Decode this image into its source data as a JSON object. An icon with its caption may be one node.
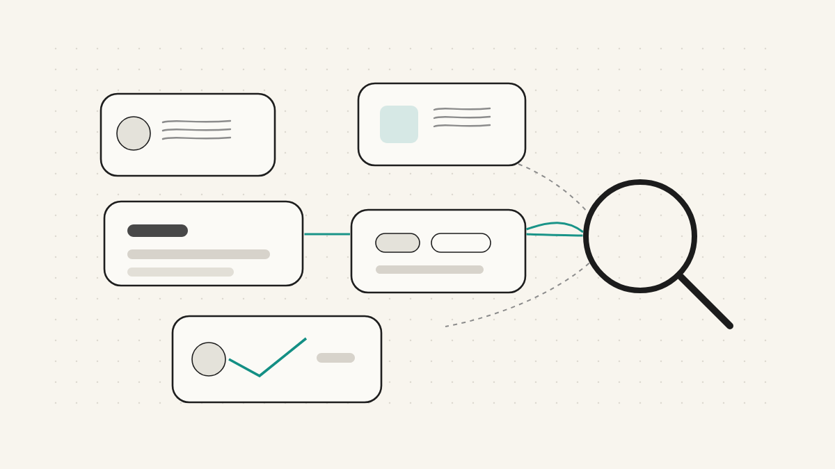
{
  "diagram": {
    "nodes": [
      {
        "text": [],
        "shape": "box"
      },
      {
        "text": [],
        "shape": "box"
      },
      {
        "text": [],
        "shape": "box"
      },
      {
        "text": [],
        "shape": "box"
      },
      {
        "text": [],
        "shape": "pill",
        "in": 3
      },
      {
        "text": [],
        "shape": "pill",
        "in": 3
      },
      {
        "text": [],
        "shape": "circle"
      },
      {
        "text": [],
        "shape": "box"
      }
    ],
    "edges": [
      {
        "from": 2,
        "to": 3,
        "arrow": "none"
      },
      {
        "from": 3,
        "to": 6,
        "arrow": "none"
      },
      {
        "from": 3,
        "to": 6,
        "arrow": "none"
      },
      {
        "from": 1,
        "to": 6,
        "arrow": "none",
        "style": "dashed",
        "color": "#8c8c8c"
      },
      {
        "from": 6,
        "to": null,
        "arrow": "none",
        "style": "dashed",
        "color": "#8c8c8c"
      }
    ]
  }
}
